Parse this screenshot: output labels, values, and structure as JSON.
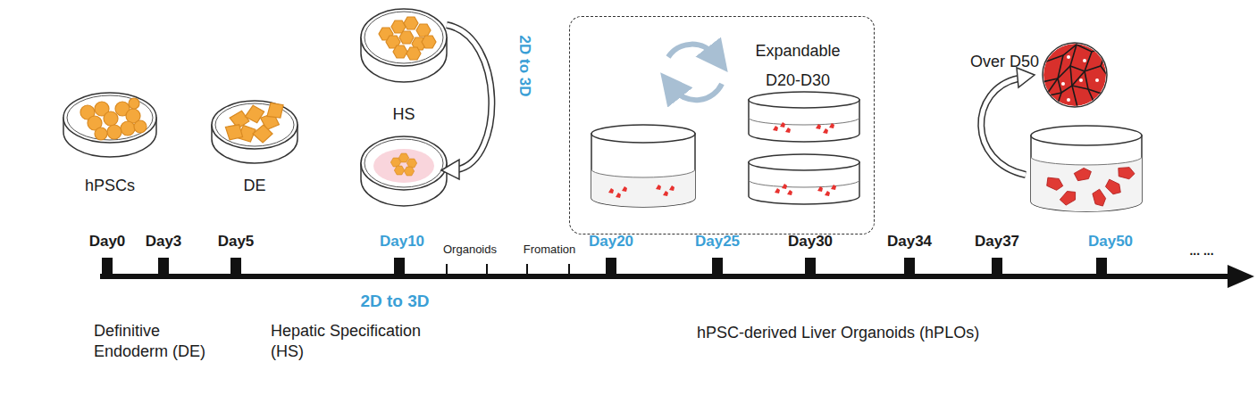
{
  "diagram": {
    "nodes": [
      {
        "text": [
          "hPSCs"
        ]
      },
      {
        "text": [
          "DE"
        ]
      },
      {
        "text": [
          "HS"
        ]
      },
      {
        "text": [
          "Expandable D20-D30"
        ]
      }
    ],
    "labels": [
      "2D to 3D",
      "Over D50",
      "Day0",
      "Day3",
      "Day5",
      "Day10",
      "Organoids",
      "Fromation",
      "Day20",
      "Day25",
      "Day30",
      "Day34",
      "Day37",
      "Day50",
      "... ...",
      "2D to 3D",
      "Definitive Endoderm (DE)",
      "Hepatic Specification (HS)",
      "hPSC-derived Liver Organoids (hPLOs)"
    ]
  }
}
